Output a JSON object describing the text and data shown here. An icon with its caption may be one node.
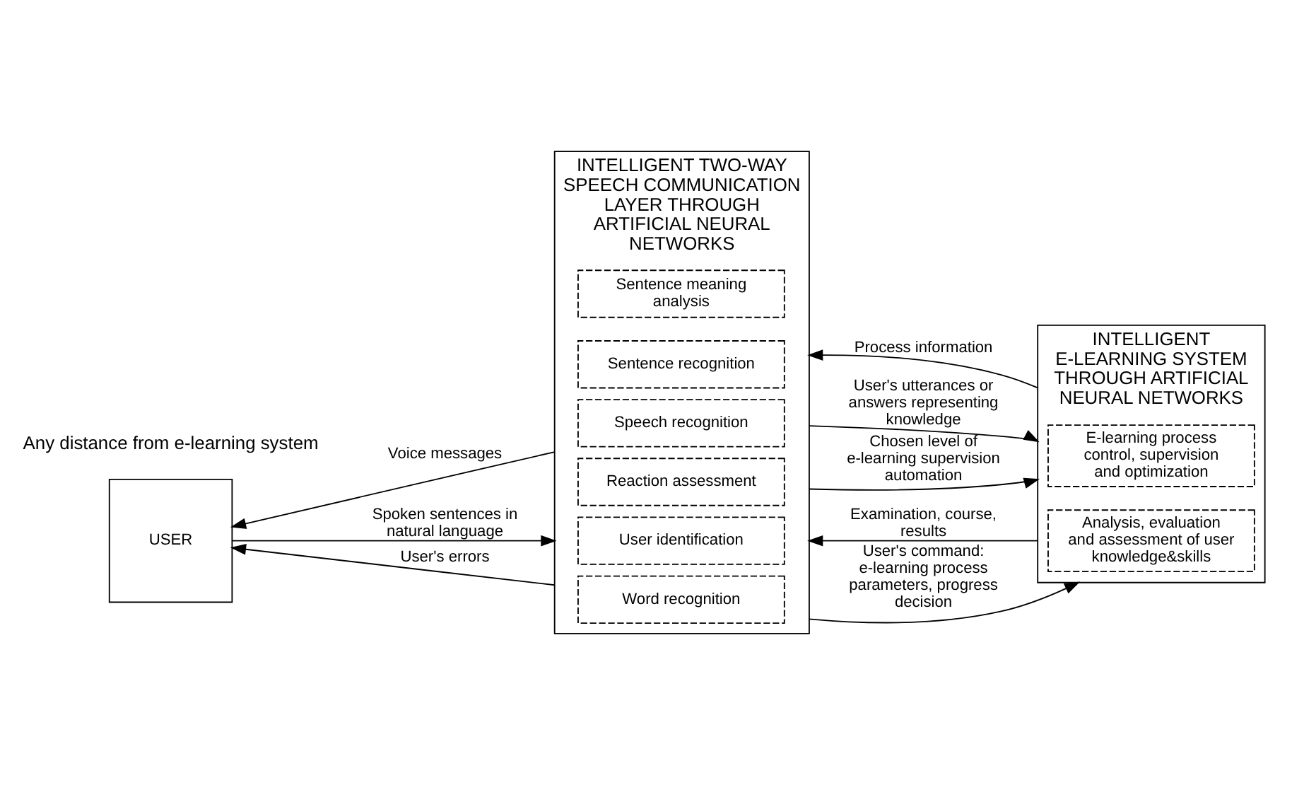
{
  "diagram": {
    "nodes": [
      {
        "text": [
          "USER"
        ]
      },
      {
        "text": [
          "INTELLIGENT TWO-WAY SPEECH COMMUNICATION LAYER THROUGH ARTIFICIAL NEURAL NETWORKS"
        ]
      },
      {
        "text": [
          "User identification"
        ],
        "in": 1
      },
      {
        "text": [
          "Speech recognition"
        ],
        "in": 1
      },
      {
        "text": [
          "Word recognition"
        ],
        "in": 1
      },
      {
        "text": [
          "Sentence recognition"
        ],
        "in": 1
      },
      {
        "text": [
          "Sentence meaning analysis"
        ],
        "in": 1
      },
      {
        "text": [
          "Reaction assessment"
        ],
        "in": 1
      },
      {
        "text": [
          "INTELLIGENT E-LEARNING SYSTEM THROUGH ARTIFICIAL NEURAL NETWORKS"
        ]
      },
      {
        "text": [
          "Analysis, evaluation and assessment of user knowledge&skills"
        ],
        "in": 8
      },
      {
        "text": [
          "E-learning process control, supervision and optimization"
        ],
        "in": 8
      }
    ],
    "edges": [
      {
        "from": 0,
        "to": 1,
        "arrow": "to",
        "label": "Spoken sentences in natural language"
      },
      {
        "from": 1,
        "to": 0,
        "arrow": "to",
        "label": "Voice messages"
      },
      {
        "from": 1,
        "to": 0,
        "arrow": "to",
        "label": "User's errors"
      },
      {
        "from": 1,
        "to": 8,
        "arrow": "to",
        "label": "User's utterances or answers representing knowledge"
      },
      {
        "from": 1,
        "to": 8,
        "arrow": "to",
        "label": "User's command: e-learning process parameters, progress decision"
      },
      {
        "from": 1,
        "to": 8,
        "arrow": "to",
        "label": "Chosen level of e-learning supervision automation"
      },
      {
        "from": 8,
        "to": 1,
        "arrow": "to",
        "label": "Examination, course, results"
      },
      {
        "from": 8,
        "to": 1,
        "arrow": "to",
        "label": "Process information"
      }
    ],
    "labels": [
      "Any distance from e-learning system"
    ]
  }
}
